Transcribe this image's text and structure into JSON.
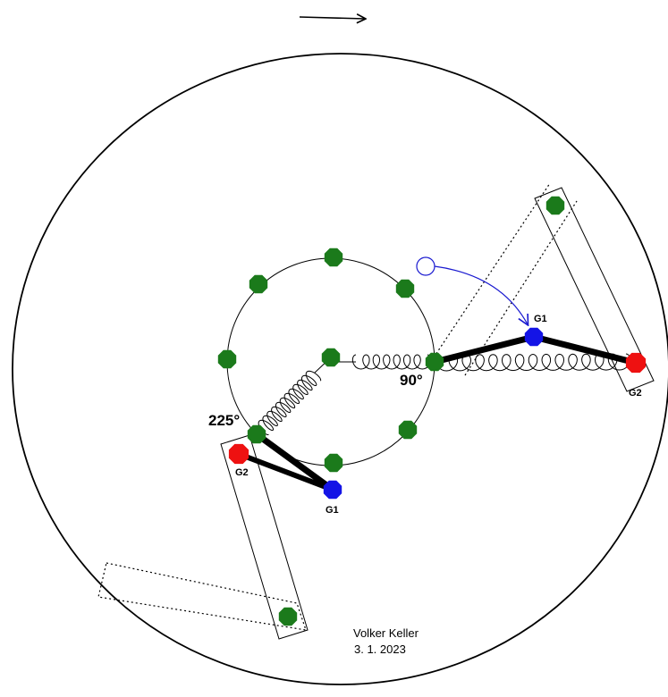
{
  "diagram": {
    "angle_labels": {
      "right": "90°",
      "left": "225°"
    },
    "node_labels": {
      "g1_right": "G1",
      "g2_right": "G2",
      "g1_left": "G1",
      "g2_left": "G2"
    },
    "credit": {
      "author": "Volker Keller",
      "date": "3. 1. 2023"
    },
    "colors": {
      "stroke": "#000000",
      "green": "#1b7a1b",
      "blue": "#1414e6",
      "red": "#ee1111",
      "arrow_blue": "#1a1ad0"
    }
  }
}
